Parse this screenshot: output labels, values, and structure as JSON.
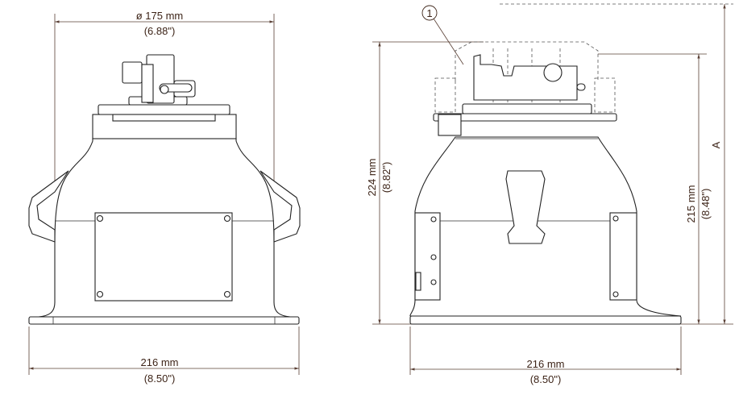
{
  "front_view": {
    "diameter_mm": "ø 175 mm",
    "diameter_in": "(6.88\")",
    "width_mm": "216 mm",
    "width_in": "(8.50\")"
  },
  "side_view": {
    "callout": "1",
    "height_mm": "224 mm",
    "height_in": "(8.82\")",
    "body_height_mm": "215 mm",
    "body_height_in": "(8.48\")",
    "variable_label": "A",
    "width_mm": "216 mm",
    "width_in": "(8.50\")"
  },
  "colors": {
    "dimension_text": "#3d2418",
    "line": "#222222"
  }
}
